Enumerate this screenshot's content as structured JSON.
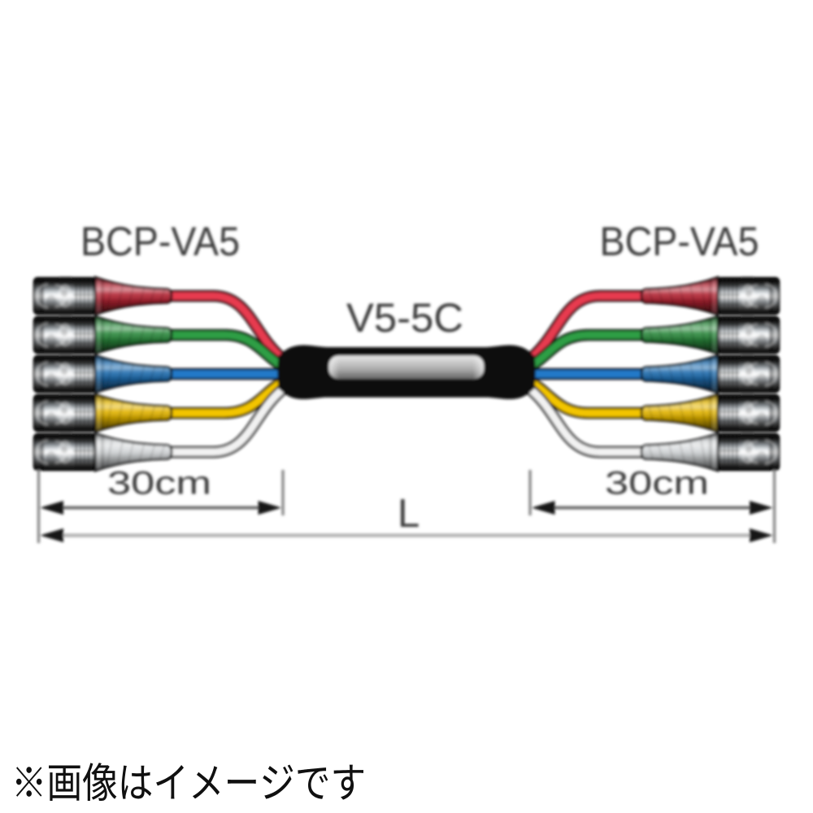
{
  "page": {
    "background": "#ffffff",
    "content": "5-BNC component video cable assembly diagram"
  },
  "product": {
    "left_connector_group": {
      "label": "BCP-VA5",
      "connector_count": 5
    },
    "right_connector_group": {
      "label": "BCP-VA5",
      "connector_count": 5
    },
    "trunk_cable": {
      "label": "V5-5C"
    },
    "conductors": [
      {
        "name": "red",
        "boot_hex": "#b32433",
        "cable_hex": "#e73a50"
      },
      {
        "name": "green",
        "boot_hex": "#2c8a3e",
        "cable_hex": "#2f9e44"
      },
      {
        "name": "blue",
        "boot_hex": "#1e6cae",
        "cable_hex": "#2079c9"
      },
      {
        "name": "yellow",
        "boot_hex": "#e3b500",
        "cable_hex": "#f3c500"
      },
      {
        "name": "white",
        "boot_hex": "#d4d7d9",
        "cable_hex": "#f2f2f2"
      }
    ]
  },
  "dimensions": {
    "left_tail": "30cm",
    "right_tail": "30cm",
    "total_length": "L"
  },
  "footer": {
    "disclaimer": "※画像はイメージです"
  },
  "colors": {
    "text": "#3a3a3a",
    "dimension_line": "#6a6a6a",
    "total_line": "#b3b3b3",
    "arrow": "#141414",
    "bundle": "#0c0c0c",
    "tick": "#8a8a8a"
  }
}
